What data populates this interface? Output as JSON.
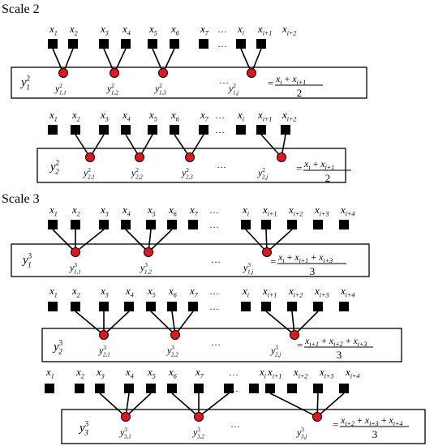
{
  "sections": [
    {
      "title": "Scale 2",
      "rows": [
        {
          "labels": [
            "x1",
            "x2",
            "x3",
            "x4",
            "x5",
            "x6",
            "x7",
            "xi",
            "xi+1",
            "xi+2"
          ],
          "dots": [
            "y²1,1",
            "y²1,2",
            "y²1,3",
            "y²1,j"
          ],
          "row_label": "y²1",
          "formula_num": "xi + xi+1",
          "formula_den": "2"
        },
        {
          "labels": [
            "x1",
            "x2",
            "x3",
            "x4",
            "x5",
            "x6",
            "x7",
            "xi",
            "xi+1",
            "xi+2"
          ],
          "dots": [
            "y²2,1",
            "y²2,2",
            "y²2,3",
            "y²2,j"
          ],
          "row_label": "y²2",
          "formula_num": "xi + xi+1",
          "formula_den": "2"
        }
      ]
    },
    {
      "title": "Scale 3",
      "rows": [
        {
          "labels": [
            "x1",
            "x2",
            "x3",
            "x4",
            "x5",
            "x6",
            "x7",
            "xi",
            "xi+1",
            "xi+2",
            "xi+3",
            "xi+4"
          ],
          "dots": [
            "y³1,1",
            "y³1,2",
            "y³1,j"
          ],
          "row_label": "y³1",
          "formula_num": "xi + xi+1 + xi+3",
          "formula_den": "3"
        },
        {
          "labels": [
            "x1",
            "x2",
            "x3",
            "x4",
            "x5",
            "x6",
            "x7",
            "xi",
            "xi+1",
            "xi+2",
            "xi+3",
            "xi+4"
          ],
          "dots": [
            "y³2,1",
            "y³2,2",
            "y³2,j"
          ],
          "row_label": "y³2",
          "formula_num": "xi+1 + xi+2 + xi+3",
          "formula_den": "3"
        },
        {
          "labels": [
            "x1",
            "x2",
            "x3",
            "x4",
            "x5",
            "x6",
            "x7",
            "xi",
            "xi+1",
            "xi+2",
            "xi+3",
            "xi+4"
          ],
          "dots": [
            "y³3,1",
            "y³3,2",
            "y³3,j"
          ],
          "row_label": "y³3",
          "formula_num": "xi+2 + xi+3 + xi+4",
          "formula_den": "3"
        }
      ]
    }
  ],
  "ellipsis": "…"
}
